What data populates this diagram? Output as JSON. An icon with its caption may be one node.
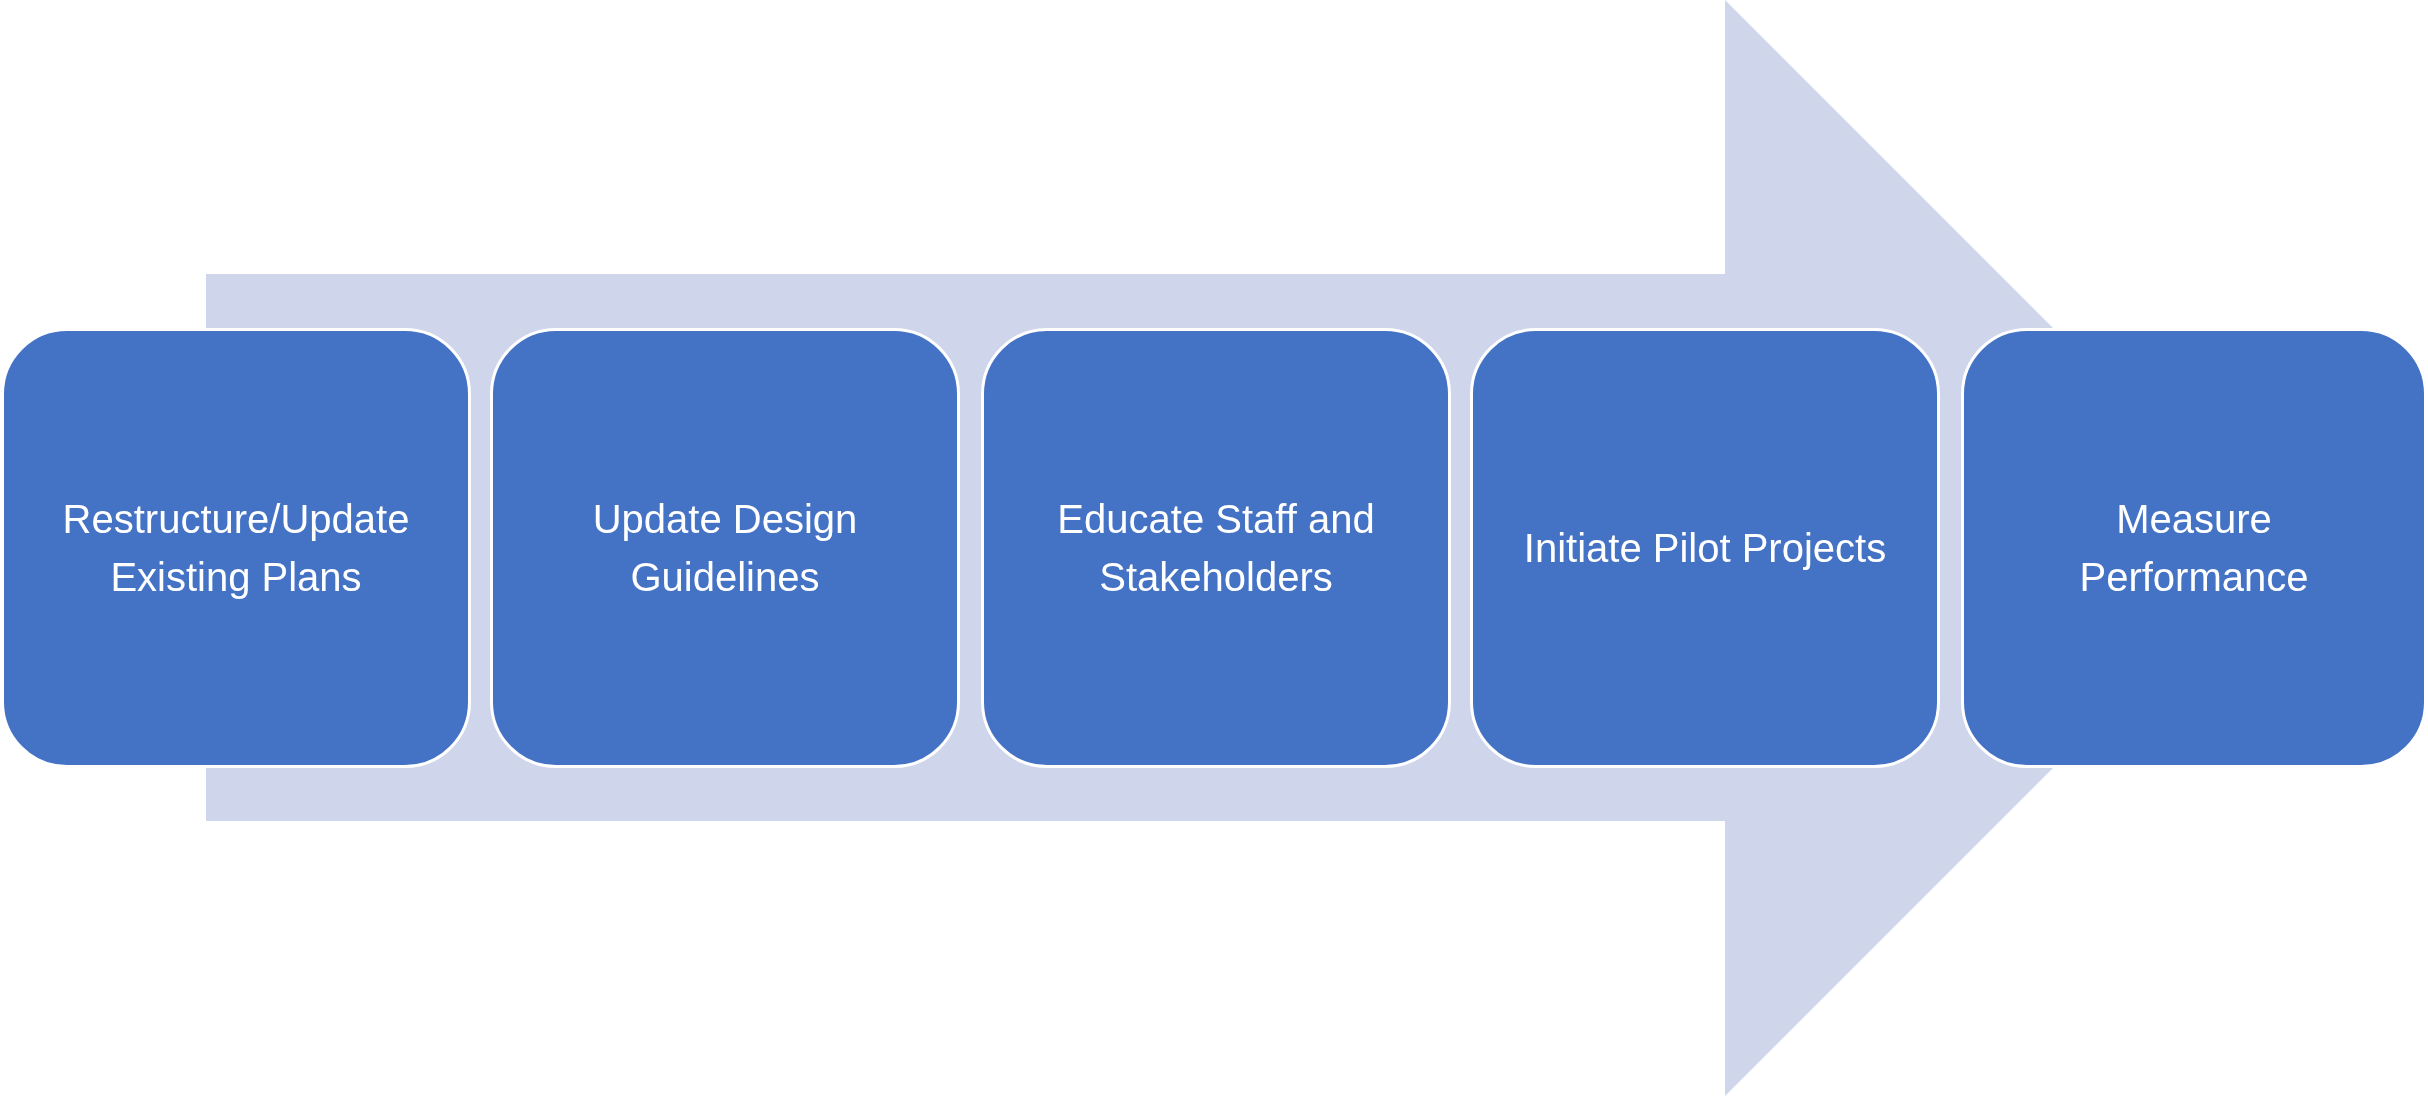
{
  "diagram": {
    "nodes": [
      {
        "text": [
          "Restructure/Update Existing Plans"
        ]
      },
      {
        "text": [
          "Update Design Guidelines"
        ]
      },
      {
        "text": [
          "Educate Staff and Stakeholders"
        ]
      },
      {
        "text": [
          "Initiate Pilot Projects"
        ]
      },
      {
        "text": [
          "Measure Performance"
        ]
      }
    ],
    "edges": [
      {
        "from": 0,
        "to": 4,
        "arrow": "to"
      }
    ]
  }
}
